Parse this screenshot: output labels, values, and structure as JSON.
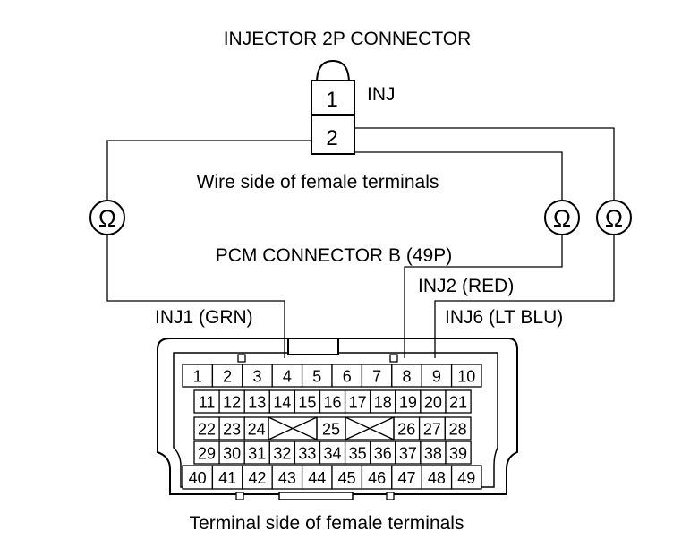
{
  "labels": {
    "injector_title": "INJECTOR 2P CONNECTOR",
    "inj": "INJ",
    "pin1": "1",
    "pin2": "2",
    "wire_side": "Wire side of female terminals",
    "pcm_title": "PCM CONNECTOR B (49P)",
    "inj1": "INJ1 (GRN)",
    "inj2": "INJ2 (RED)",
    "inj6": "INJ6 (LT BLU)",
    "terminal_side": "Terminal side of female terminals",
    "ohm": "Ω"
  },
  "pcm_rows": [
    [
      "1",
      "2",
      "3",
      "4",
      "5",
      "6",
      "7",
      "8",
      "9",
      "10"
    ],
    [
      "11",
      "12",
      "13",
      "14",
      "15",
      "16",
      "17",
      "18",
      "19",
      "20",
      "21"
    ],
    [
      "22",
      "23",
      "24",
      "25",
      "26",
      "27",
      "28"
    ],
    [
      "29",
      "30",
      "31",
      "32",
      "33",
      "34",
      "35",
      "36",
      "37",
      "38",
      "39"
    ],
    [
      "40",
      "41",
      "42",
      "43",
      "44",
      "45",
      "46",
      "47",
      "48",
      "49"
    ]
  ]
}
